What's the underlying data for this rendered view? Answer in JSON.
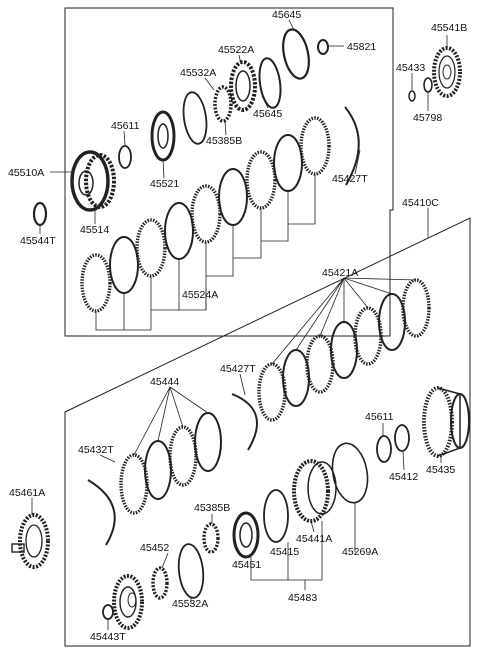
{
  "labels": {
    "l45645a": "45645",
    "l45541b": "45541B",
    "l45522a": "45522A",
    "l45821": "45821",
    "l45433": "45433",
    "l45532a_top": "45532A",
    "l45798": "45798",
    "l45645b": "45645",
    "l45611_top": "45611",
    "l45385b_top": "45385B",
    "l45510a": "45510A",
    "l45521": "45521",
    "l45427t_top": "45427T",
    "l45544t": "45544T",
    "l45514": "45514",
    "l45410c": "45410C",
    "l45524a": "45524A",
    "l45421a": "45421A",
    "l45444": "45444",
    "l45427t_bot": "45427T",
    "l45611_bot": "45611",
    "l45432t": "45432T",
    "l45412": "45412",
    "l45435": "45435",
    "l45461a": "45461A",
    "l45385b_bot": "45385B",
    "l45441a": "45441A",
    "l45452": "45452",
    "l45451": "45451",
    "l45415": "45415",
    "l45269a": "45269A",
    "l45532a_bot": "45532A",
    "l45483": "45483",
    "l45443t": "45443T"
  }
}
